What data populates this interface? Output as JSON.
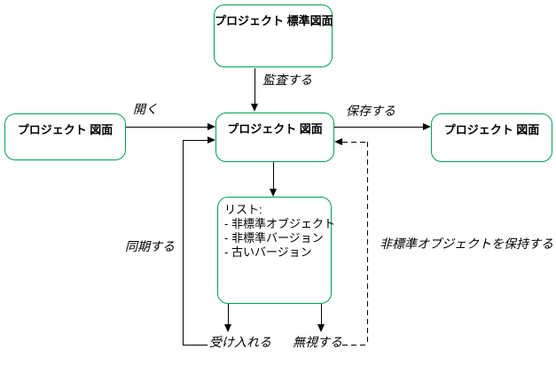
{
  "diagram": {
    "boxes": {
      "top": {
        "label": "プロジェクト 標準図面"
      },
      "left": {
        "label": "プロジェクト 図面"
      },
      "center": {
        "label": "プロジェクト 図面"
      },
      "right": {
        "label": "プロジェクト 図面"
      },
      "list": {
        "title": "リスト:",
        "items": [
          "- 非標準オブジェクト",
          "- 非標準バージョン",
          "- 古いバージョン"
        ]
      }
    },
    "edges": {
      "audit": "監査する",
      "open": "開く",
      "save": "保存する",
      "sync": "同期する",
      "accept": "受け入れる",
      "ignore": "無視する",
      "keep": "非標準オブジェクトを保持する"
    },
    "colors": {
      "box_border": "#00A050",
      "line": "#000000",
      "text": "#000000",
      "background": "#FFFFFF"
    }
  }
}
